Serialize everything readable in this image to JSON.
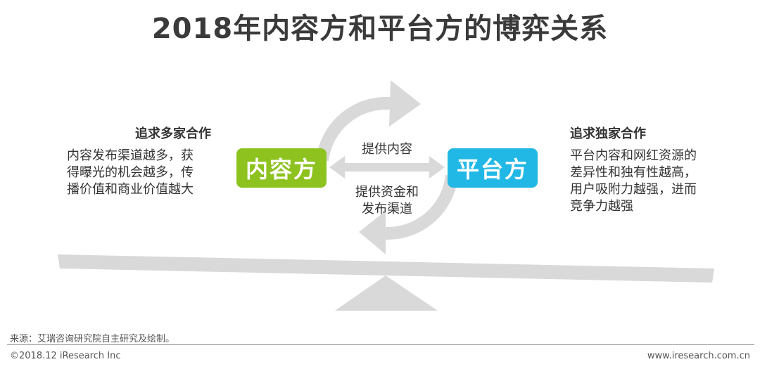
{
  "title": "2018年内容方和平台方的博弈关系",
  "left": {
    "heading": "追求多家合作",
    "desc_lines": [
      "内容发布渠道越多，获",
      "得曝光的机会越多，传",
      "播价值和商业价值越大"
    ],
    "box_label": "内容方",
    "box_color": "#8dc21f"
  },
  "right": {
    "heading": "追求独家合作",
    "desc_lines": [
      "平台内容和网红资源的",
      "差异性和独有性越高，",
      "用户吸附力越强，进而",
      "竞争力越强"
    ],
    "box_label": "平台方",
    "box_color": "#21b8e6"
  },
  "middle": {
    "top_label": "提供内容",
    "bottom_lines": [
      "提供资金和",
      "发布渠道"
    ]
  },
  "graphics": {
    "arrow_color": "#d9d9d9",
    "balance_color": "#d9d9d9"
  },
  "footer": {
    "source": "来源：艾瑞咨询研究院自主研究及绘制。",
    "copyright": "©2018.12 iResearch Inc",
    "website": "www.iresearch.com.cn"
  }
}
